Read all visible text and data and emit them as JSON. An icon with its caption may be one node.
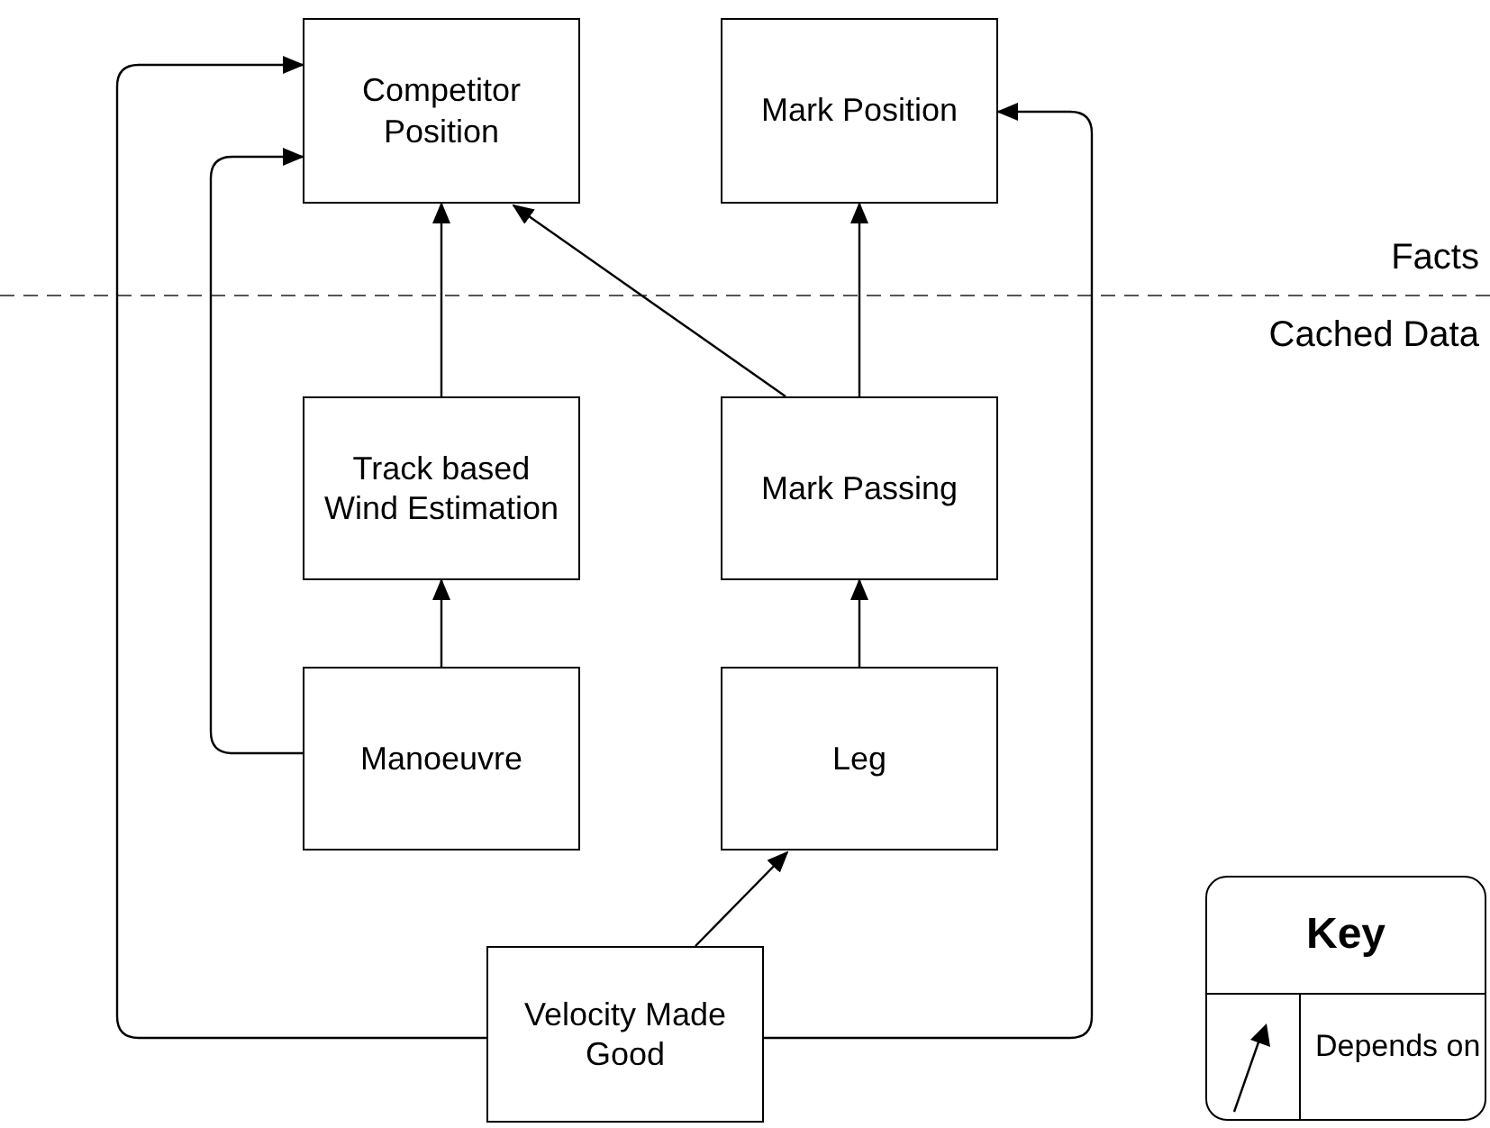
{
  "diagram": {
    "nodes": [
      {
        "text": [
          "Competitor Position"
        ]
      },
      {
        "text": [
          "Mark Position"
        ]
      },
      {
        "text": [
          "Track based Wind Estimation"
        ]
      },
      {
        "text": [
          "Mark Passing"
        ]
      },
      {
        "text": [
          "Manoeuvre"
        ]
      },
      {
        "text": [
          "Leg"
        ]
      },
      {
        "text": [
          "Velocity Made Good"
        ]
      }
    ],
    "edges": [
      {
        "from": 6,
        "to": 0,
        "arrow": "to"
      },
      {
        "from": 4,
        "to": 0,
        "arrow": "to"
      },
      {
        "from": 2,
        "to": 0,
        "arrow": "to"
      },
      {
        "from": 3,
        "to": 0,
        "arrow": "to"
      },
      {
        "from": 3,
        "to": 1,
        "arrow": "to"
      },
      {
        "from": 4,
        "to": 2,
        "arrow": "to"
      },
      {
        "from": 5,
        "to": 3,
        "arrow": "to"
      },
      {
        "from": 6,
        "to": 5,
        "arrow": "to"
      },
      {
        "from": 6,
        "to": 1,
        "arrow": "to"
      }
    ],
    "labels": [
      "Facts",
      "Cached Data",
      "Key"
    ],
    "legend": [
      {
        "text": "Depends on"
      }
    ]
  }
}
